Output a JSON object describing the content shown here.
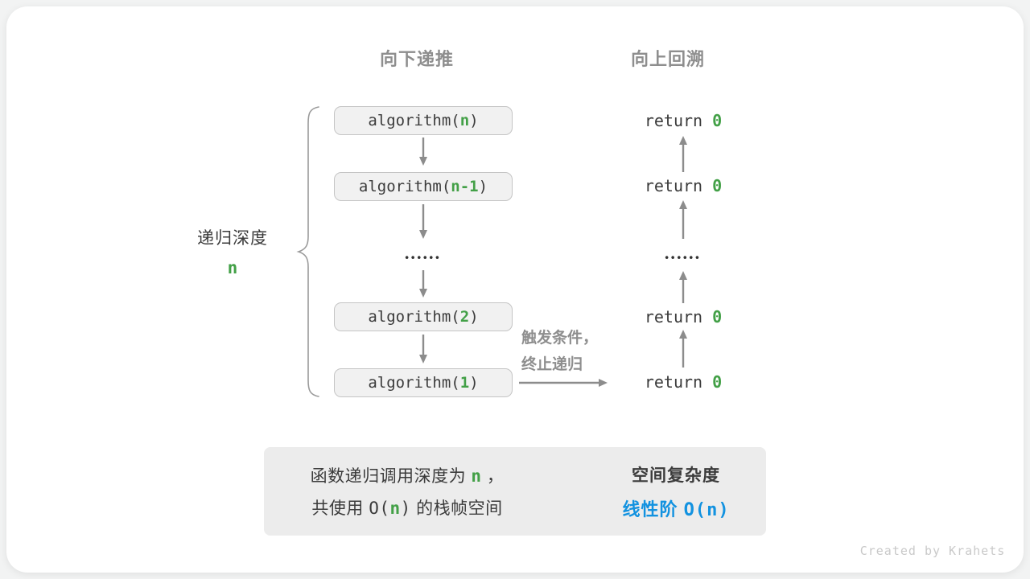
{
  "headers": {
    "down": "向下递推",
    "up": "向上回溯"
  },
  "depth": {
    "label": "递归深度",
    "value": "n"
  },
  "stack": {
    "frames": [
      {
        "pre": "algorithm(",
        "arg": "n",
        "post": ")"
      },
      {
        "pre": "algorithm(",
        "arg": "n-1",
        "post": ")"
      },
      {
        "pre": "algorithm(",
        "arg": "2",
        "post": ")"
      },
      {
        "pre": "algorithm(",
        "arg": "1",
        "post": ")"
      }
    ],
    "ellipsis": "••••••"
  },
  "returns": {
    "frames": [
      {
        "pre": "return ",
        "val": "0"
      },
      {
        "pre": "return ",
        "val": "0"
      },
      {
        "pre": "return ",
        "val": "0"
      },
      {
        "pre": "return ",
        "val": "0"
      }
    ],
    "ellipsis": "••••••"
  },
  "trigger": {
    "line1": "触发条件，",
    "line2": "终止递归"
  },
  "summary": {
    "l1_pre": "函数递归调用深度为 ",
    "l1_var": "n",
    "l1_post": " ，",
    "l2_pre": "共使用 ",
    "l2_o": "O(",
    "l2_var": "n",
    "l2_close": ")",
    "l2_post": " 的栈帧空间",
    "r1": "空间复杂度",
    "r2_pre": "线性阶 ",
    "r2_o": "O(",
    "r2_var": "n",
    "r2_close": ")"
  },
  "footer": {
    "credit": "Created by Krahets"
  },
  "colors": {
    "green": "#43a047",
    "blue": "#1292e0",
    "arrow_gray": "#8c8c8c",
    "header_gray": "#8e8e8e",
    "dark_text": "#3b3b3b",
    "box_bg": "#f1f1f1",
    "box_border": "#c5c5c5",
    "summary_bg": "#ececec"
  }
}
